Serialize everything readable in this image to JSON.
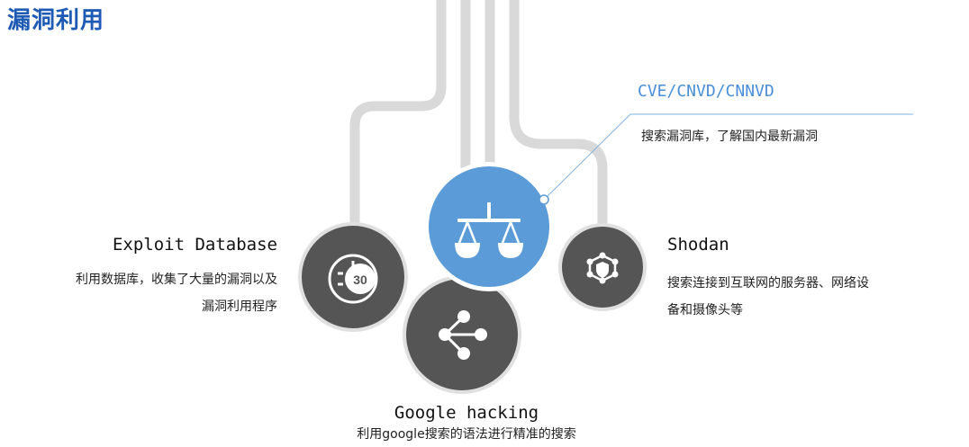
{
  "page": {
    "title": "漏洞利用"
  },
  "items": {
    "cve": {
      "title": "CVE/CNVD/CNNVD",
      "description": "搜索漏洞库，了解国内最新漏洞"
    },
    "exploit_db": {
      "title": "Exploit Database",
      "description_line1": "利用数据库，收集了大量的漏洞以及",
      "description_line2": "漏洞利用程序",
      "badge": "30"
    },
    "shodan": {
      "title": "Shodan",
      "description_line1": "搜索连接到互联网的服务器、网络设",
      "description_line2": "备和摄像头等"
    },
    "google": {
      "title": "Google hacking",
      "description": "利用google搜索的语法进行精准的搜索"
    }
  },
  "icons": {
    "cve": "balance-scale-icon",
    "exploit_db": "timer-30-icon",
    "shodan": "network-shield-icon",
    "google": "share-icon"
  },
  "colors": {
    "title": "#1f5bb5",
    "accent": "#5b9bd8",
    "circle_dark": "#555555",
    "pipe": "#d9d9d9"
  }
}
